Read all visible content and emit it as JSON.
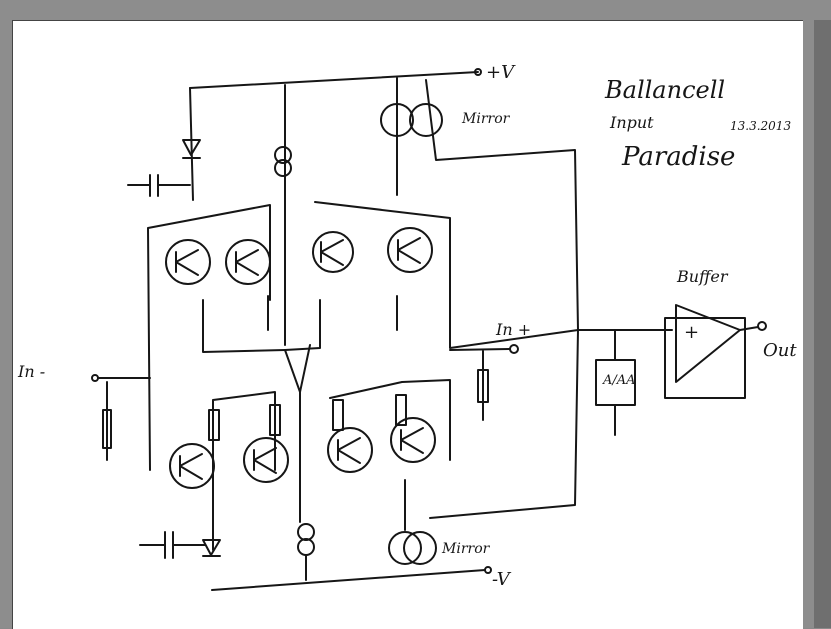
{
  "title": "Ballancell",
  "subtitle": "Input",
  "date": "13.3.2013",
  "heading": "Paradise",
  "labels": {
    "plus_v": "+V",
    "minus_v": "-V",
    "mirror_top": "Mirror",
    "mirror_bottom": "Mirror",
    "in_minus": "In -",
    "in_plus": "In +",
    "buffer": "Buffer",
    "out": "Out",
    "opamp_plus": "+",
    "cap_label": "A/AA"
  }
}
